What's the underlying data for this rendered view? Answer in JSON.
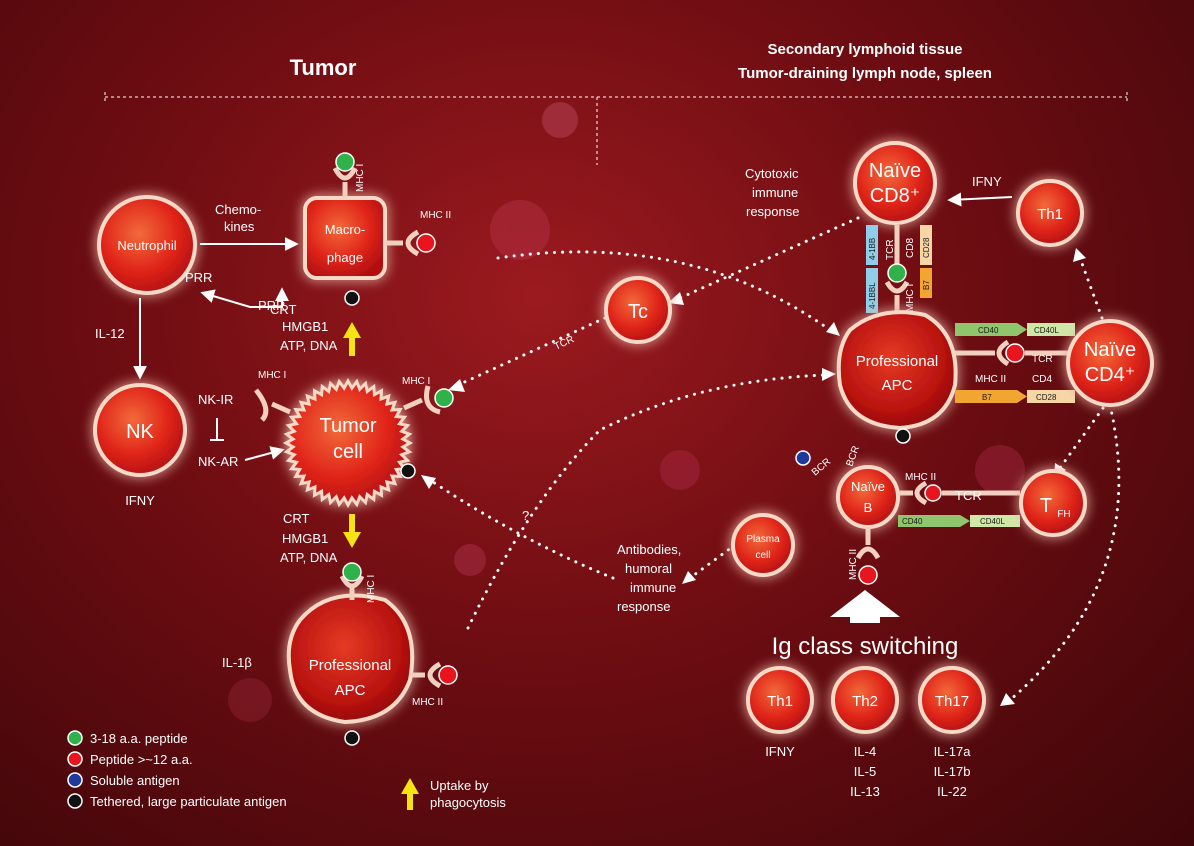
{
  "headers": {
    "tumor": "Tumor",
    "lymph_line1": "Secondary lymphoid tissue",
    "lymph_line2": "Tumor-draining lymph node, spleen"
  },
  "cells": {
    "neutrophil": "Neutrophil",
    "macrophage_l1": "Macro-",
    "macrophage_l2": "phage",
    "nk": "NK",
    "tumor_l1": "Tumor",
    "tumor_l2": "cell",
    "apc_l1": "Professional",
    "apc_l2": "APC",
    "tc": "Tc",
    "naive_cd8_l1": "Naïve",
    "naive_cd8_l2": "CD8⁺",
    "th1": "Th1",
    "naive_cd4_l1": "Naïve",
    "naive_cd4_l2": "CD4⁺",
    "naive_b_l1": "Naïve",
    "naive_b_l2": "B",
    "plasma_l1": "Plasma",
    "plasma_l2": "cell",
    "tfh": "T",
    "tfh_sub": "FH",
    "th2": "Th2",
    "th17": "Th17"
  },
  "labels": {
    "chemokines_l1": "Chemo-",
    "chemokines_l2": "kines",
    "prr": "PRR",
    "il12": "IL-12",
    "crt": "CRT",
    "hmgb1": "HMGB1",
    "atp_dna": "ATP, DNA",
    "nk_ir": "NK-IR",
    "nk_ar": "NK-AR",
    "ifny": "IFNY",
    "mhc1": "MHC I",
    "mhc2": "MHC II",
    "il1b": "IL-1β",
    "cytotoxic_l1": "Cytotoxic",
    "cytotoxic_l2": "immune",
    "cytotoxic_l3": "response",
    "tcr": "TCR",
    "bcr": "BCR",
    "question": "?",
    "antibodies_l1": "Antibodies,",
    "antibodies_l2": "humoral",
    "antibodies_l3": "immune",
    "antibodies_l4": "response",
    "ig_switch": "Ig class switching",
    "cd40": "CD40",
    "cd40l": "CD40L",
    "cd4": "CD4",
    "b7": "B7",
    "cd28": "CD28",
    "cd8": "CD8",
    "bb4": "4-1BB",
    "bb4l": "4-1BBL",
    "th2_cyt1": "IL-4",
    "th2_cyt2": "IL-5",
    "th2_cyt3": "IL-13",
    "th17_cyt1": "IL-17a",
    "th17_cyt2": "IL-17b",
    "th17_cyt3": "IL-22"
  },
  "legend": {
    "green": "3-18 a.a. peptide",
    "red": "Peptide >~12 a.a.",
    "blue": "Soluble antigen",
    "black": "Tethered, large particulate antigen",
    "uptake_l1": "Uptake by",
    "uptake_l2": "phagocytosis"
  },
  "colors": {
    "green": "#2fb24a",
    "red": "#e8141e",
    "blue": "#1f3a9e",
    "black": "#111111",
    "yellow": "#f6e313",
    "cd40_bar": "#8fc66d",
    "b7_bar": "#f3a531",
    "bb_bar": "#8fcde8",
    "cd28_bar": "#f7d6a5"
  }
}
